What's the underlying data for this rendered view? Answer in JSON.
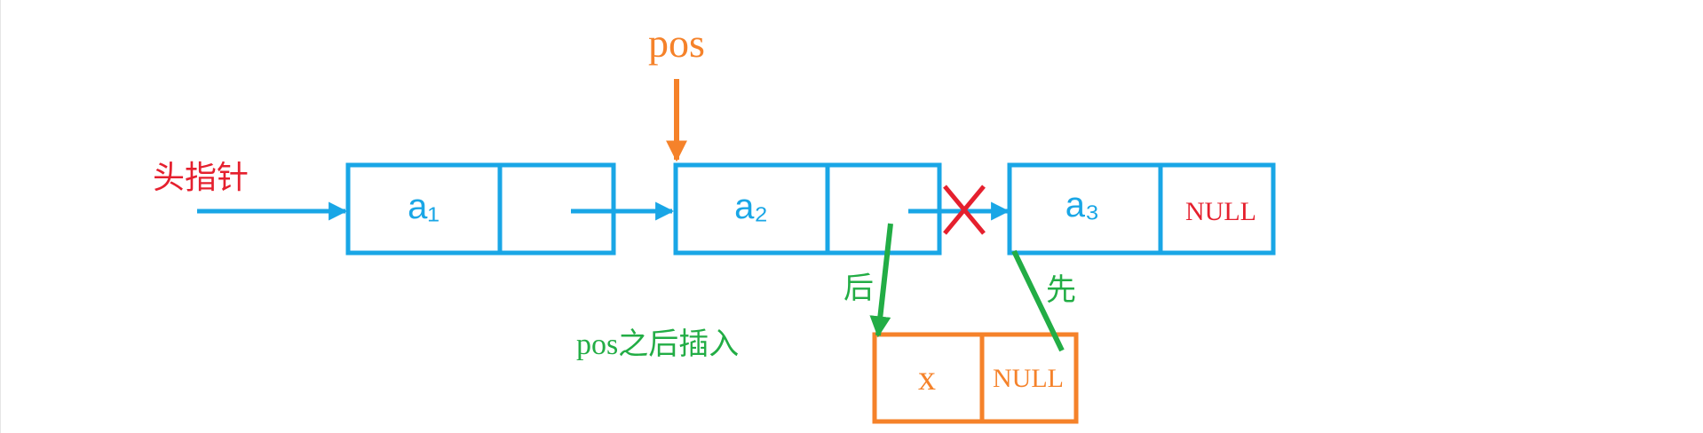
{
  "colors": {
    "blue": "#19a6e6",
    "orange": "#f5822a",
    "green": "#22ad45",
    "red": "#e5202e",
    "white": "#ffffff"
  },
  "head_pointer": {
    "label": "头指针"
  },
  "pos_pointer": {
    "label": "pos"
  },
  "nodes": [
    {
      "data": "a₁",
      "next": ""
    },
    {
      "data": "a₂",
      "next": ""
    },
    {
      "data": "a₃",
      "next": "NULL"
    }
  ],
  "new_node": {
    "data": "x",
    "next": "NULL"
  },
  "steps": {
    "first": "先",
    "second": "后"
  },
  "caption": "pos之后插入",
  "cut_mark": "cross-icon"
}
